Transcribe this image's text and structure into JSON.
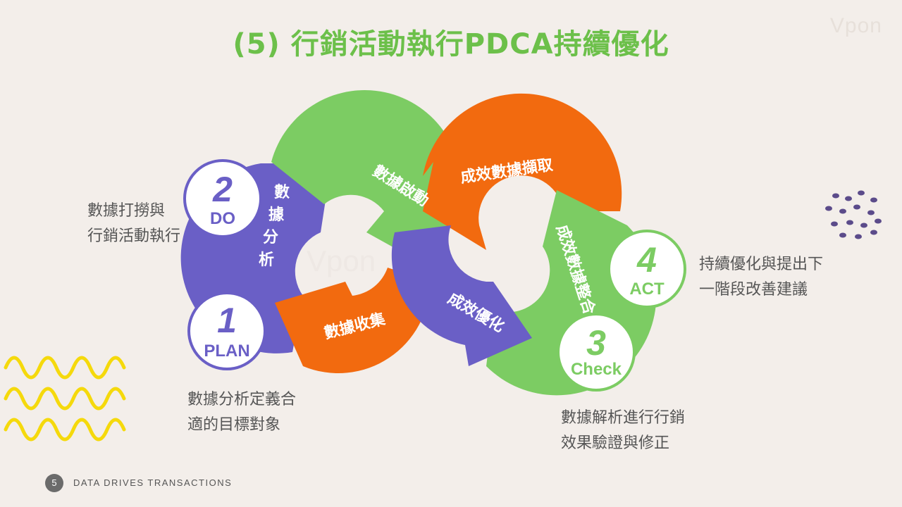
{
  "title": "(5) 行銷活動執行PDCA持續優化",
  "brand": "Vpon",
  "watermark": "Vpon",
  "footer": {
    "page_number": "5",
    "text": "DATA DRIVES TRANSACTIONS"
  },
  "colors": {
    "green": "#7ccc63",
    "orange": "#f26a0f",
    "purple": "#6a5fc6",
    "title": "#6cc04a"
  },
  "arrows": {
    "green_top": "數據啟動",
    "orange_top": "成效數據擷取",
    "purple_left": [
      "數",
      "據",
      "分",
      "析"
    ],
    "orange_bottom": "數據收集",
    "purple_center": "成效優化",
    "green_right": "成效數據整合"
  },
  "stages": [
    {
      "id": "plan",
      "number": "1",
      "label": "PLAN",
      "color": "#6a5fc6",
      "note": "數據分析定義合\n適的目標對象"
    },
    {
      "id": "do",
      "number": "2",
      "label": "DO",
      "color": "#6a5fc6",
      "note": "數據打撈與\n行銷活動執行"
    },
    {
      "id": "check",
      "number": "3",
      "label": "Check",
      "color": "#7ccc63",
      "note": "數據解析進行行銷\n效果驗證與修正"
    },
    {
      "id": "act",
      "number": "4",
      "label": "ACT",
      "color": "#7ccc63",
      "note": "持續優化與提出下\n一階段改善建議"
    }
  ]
}
